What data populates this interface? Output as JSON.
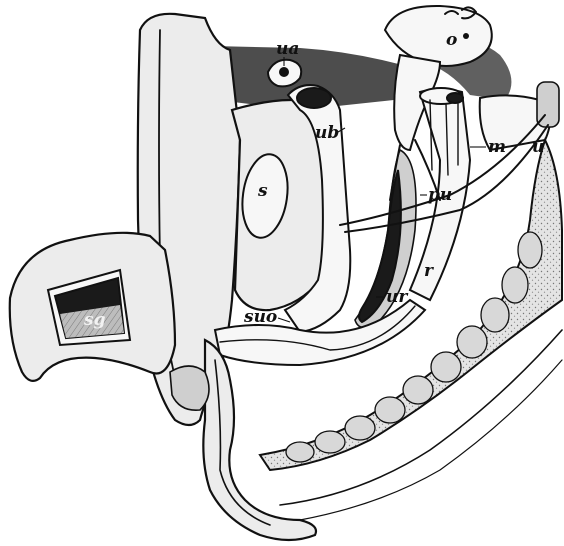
{
  "labels": {
    "ua": "ua",
    "o": "o",
    "ub": "ub",
    "m": "m",
    "u": "u",
    "s": "s",
    "pu": "pu",
    "r": "r",
    "ur": "ur",
    "suo": "suo",
    "sg": "sg"
  }
}
